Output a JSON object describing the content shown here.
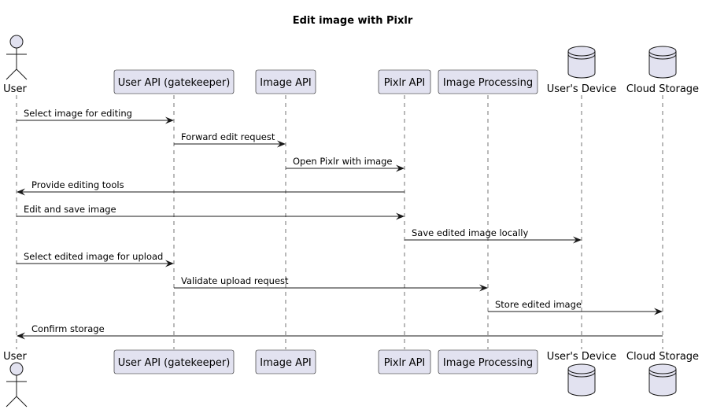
{
  "title": "Edit image with Pixlr",
  "colors": {
    "participant_fill": "#E2E2F0",
    "line": "#181818",
    "background": "#FFFFFF"
  },
  "participants": [
    {
      "id": "user",
      "label": "User",
      "kind": "actor"
    },
    {
      "id": "user_api",
      "label": "User API (gatekeeper)",
      "kind": "participant"
    },
    {
      "id": "image_api",
      "label": "Image API",
      "kind": "participant"
    },
    {
      "id": "pixlr_api",
      "label": "Pixlr API",
      "kind": "participant"
    },
    {
      "id": "image_processing",
      "label": "Image Processing",
      "kind": "participant"
    },
    {
      "id": "users_device",
      "label": "User's Device",
      "kind": "database"
    },
    {
      "id": "cloud_storage",
      "label": "Cloud Storage",
      "kind": "database"
    }
  ],
  "messages": [
    {
      "from": "user",
      "to": "user_api",
      "label": "Select image for editing"
    },
    {
      "from": "user_api",
      "to": "image_api",
      "label": "Forward edit request"
    },
    {
      "from": "image_api",
      "to": "pixlr_api",
      "label": "Open Pixlr with image"
    },
    {
      "from": "pixlr_api",
      "to": "user",
      "label": "Provide editing tools"
    },
    {
      "from": "user",
      "to": "pixlr_api",
      "label": "Edit and save image"
    },
    {
      "from": "pixlr_api",
      "to": "users_device",
      "label": "Save edited image locally"
    },
    {
      "from": "user",
      "to": "user_api",
      "label": "Select edited image for upload"
    },
    {
      "from": "user_api",
      "to": "image_processing",
      "label": "Validate upload request"
    },
    {
      "from": "image_processing",
      "to": "cloud_storage",
      "label": "Store edited image"
    },
    {
      "from": "cloud_storage",
      "to": "user",
      "label": "Confirm storage"
    }
  ]
}
